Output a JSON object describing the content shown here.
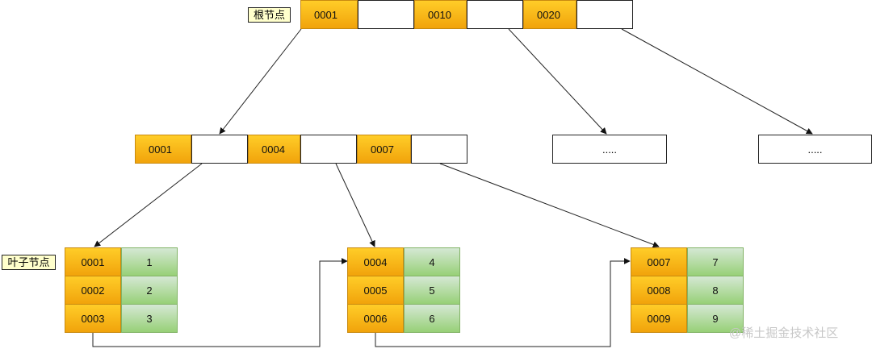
{
  "labels": {
    "root": "根节点",
    "leaf": "叶子节点"
  },
  "root_keys": [
    "0001",
    "0010",
    "0020"
  ],
  "internal_keys": [
    "0001",
    "0004",
    "0007"
  ],
  "placeholders": [
    ".....",
    "....."
  ],
  "leaves": [
    {
      "keys": [
        "0001",
        "0002",
        "0003"
      ],
      "values": [
        "1",
        "2",
        "3"
      ]
    },
    {
      "keys": [
        "0004",
        "0005",
        "0006"
      ],
      "values": [
        "4",
        "5",
        "6"
      ]
    },
    {
      "keys": [
        "0007",
        "0008",
        "0009"
      ],
      "values": [
        "7",
        "8",
        "9"
      ]
    }
  ],
  "watermark": "@稀土掘金技术社区",
  "colors": {
    "key_fill": "#f5b51a",
    "value_fill": "#b7dba4",
    "label_fill": "#ffffcc"
  }
}
